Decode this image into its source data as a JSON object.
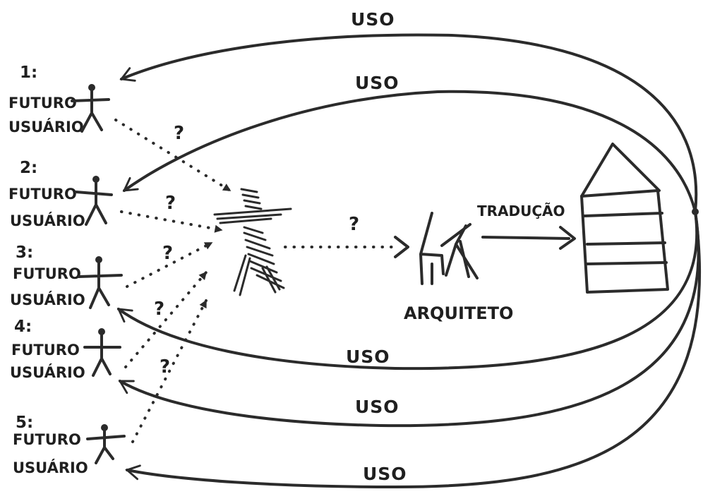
{
  "users": [
    {
      "number": "1:",
      "line1": "FUTURO",
      "line2": "USUÁRIO"
    },
    {
      "number": "2:",
      "line1": "FUTURO",
      "line2": "USUÁRIO"
    },
    {
      "number": "3:",
      "line1": "FUTURO",
      "line2": "USUÁRIO"
    },
    {
      "number": "4:",
      "line1": "FUTURO",
      "line2": "USUÁRIO"
    },
    {
      "number": "5:",
      "line1": "FUTURO",
      "line2": "USUÁRIO"
    }
  ],
  "uso_labels": [
    "USO",
    "USO",
    "USO",
    "USO",
    "USO"
  ],
  "question_marks": [
    "?",
    "?",
    "?",
    "?",
    "?",
    "?"
  ],
  "architect_label": "ARQUITETO",
  "translation_label": "TRADUÇÃO",
  "ink_color": "#2b2b2b"
}
